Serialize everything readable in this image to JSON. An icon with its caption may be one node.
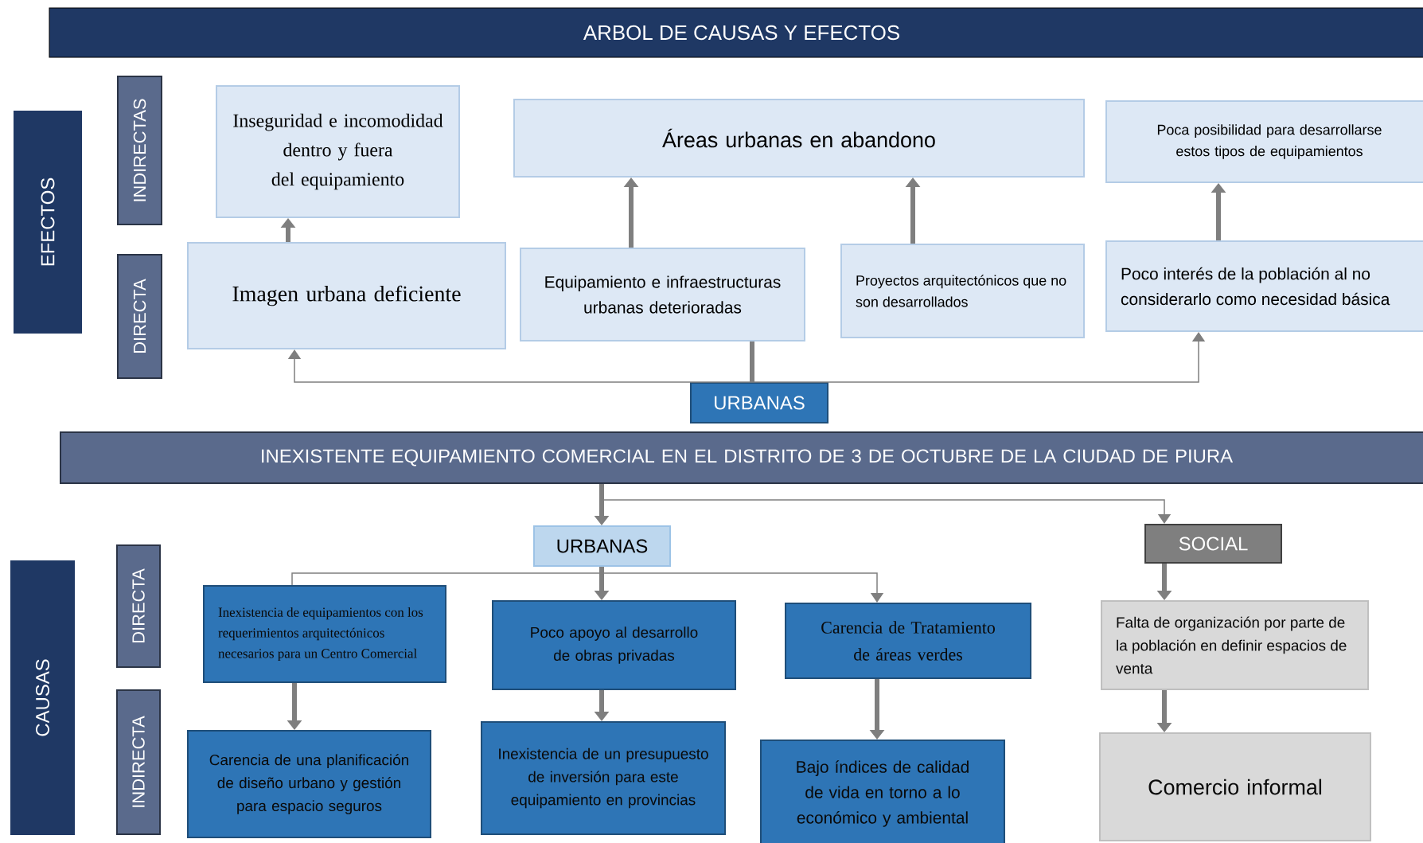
{
  "diagram": {
    "title": "ARBOL DE CAUSAS Y EFECTOS",
    "nodes": [
      {
        "text": [
          "EFECTOS"
        ]
      },
      {
        "text": [
          "INDIRECTAS"
        ]
      },
      {
        "text": [
          "DIRECTA"
        ]
      },
      {
        "text": [
          "Inseguridad e incomodidad dentro y fuera del equipamiento"
        ]
      },
      {
        "text": [
          "Áreas urbanas en abandono"
        ]
      },
      {
        "text": [
          "Poca posibilidad para desarrollarse estos tipos de equipamientos"
        ]
      },
      {
        "text": [
          "Imagen urbana deficiente"
        ]
      },
      {
        "text": [
          "Equipamiento e infraestructuras urbanas deterioradas"
        ]
      },
      {
        "text": [
          "Proyectos arquitectónicos que no son desarrollados"
        ]
      },
      {
        "text": [
          "Poco interés de la población al no considerarlo como necesidad básica"
        ]
      },
      {
        "text": [
          "URBANAS"
        ]
      },
      {
        "text": [
          "INEXISTENTE EQUIPAMIENTO COMERCIAL EN EL DISTRITO DE 3 DE OCTUBRE DE LA CIUDAD DE PIURA"
        ]
      },
      {
        "text": [
          "CAUSAS"
        ]
      },
      {
        "text": [
          "DIRECTA"
        ]
      },
      {
        "text": [
          "INDIRECTA"
        ]
      },
      {
        "text": [
          "URBANAS"
        ]
      },
      {
        "text": [
          "SOCIAL"
        ]
      },
      {
        "text": [
          "Inexistencia de equipamientos con los requerimientos arquitectónicos necesarios para un Centro Comercial"
        ]
      },
      {
        "text": [
          "Poco apoyo al desarrollo de obras privadas"
        ]
      },
      {
        "text": [
          "Carencia de Tratamiento de áreas verdes"
        ]
      },
      {
        "text": [
          "Falta de organización por parte de la población en definir espacios de venta"
        ]
      },
      {
        "text": [
          "Carencia de una planificación de diseño urbano y gestión para espacio seguros"
        ]
      },
      {
        "text": [
          "Inexistencia de un presupuesto de inversión para este equipamiento en provincias"
        ]
      },
      {
        "text": [
          "Bajo índices de calidad de vida en torno a lo económico y ambiental"
        ]
      },
      {
        "text": [
          "Comercio informal"
        ]
      }
    ],
    "edges": [
      {
        "from": 6,
        "to": 3,
        "arrow": "to"
      },
      {
        "from": 7,
        "to": 4,
        "arrow": "to"
      },
      {
        "from": 8,
        "to": 4,
        "arrow": "to"
      },
      {
        "from": 9,
        "to": 5,
        "arrow": "to"
      },
      {
        "from": 10,
        "to": 6,
        "arrow": "to"
      },
      {
        "from": 10,
        "to": 7,
        "arrow": "none"
      },
      {
        "from": 10,
        "to": 9,
        "arrow": "to"
      },
      {
        "from": 11,
        "to": 15,
        "arrow": "to"
      },
      {
        "from": 11,
        "to": 16,
        "arrow": "to"
      },
      {
        "from": 15,
        "to": 17,
        "arrow": "none"
      },
      {
        "from": 15,
        "to": 18,
        "arrow": "to"
      },
      {
        "from": 15,
        "to": 19,
        "arrow": "to"
      },
      {
        "from": 16,
        "to": 20,
        "arrow": "to"
      },
      {
        "from": 17,
        "to": 21,
        "arrow": "to"
      },
      {
        "from": 18,
        "to": 22,
        "arrow": "to"
      },
      {
        "from": 19,
        "to": 23,
        "arrow": "to"
      },
      {
        "from": 20,
        "to": 24,
        "arrow": "to"
      }
    ]
  }
}
